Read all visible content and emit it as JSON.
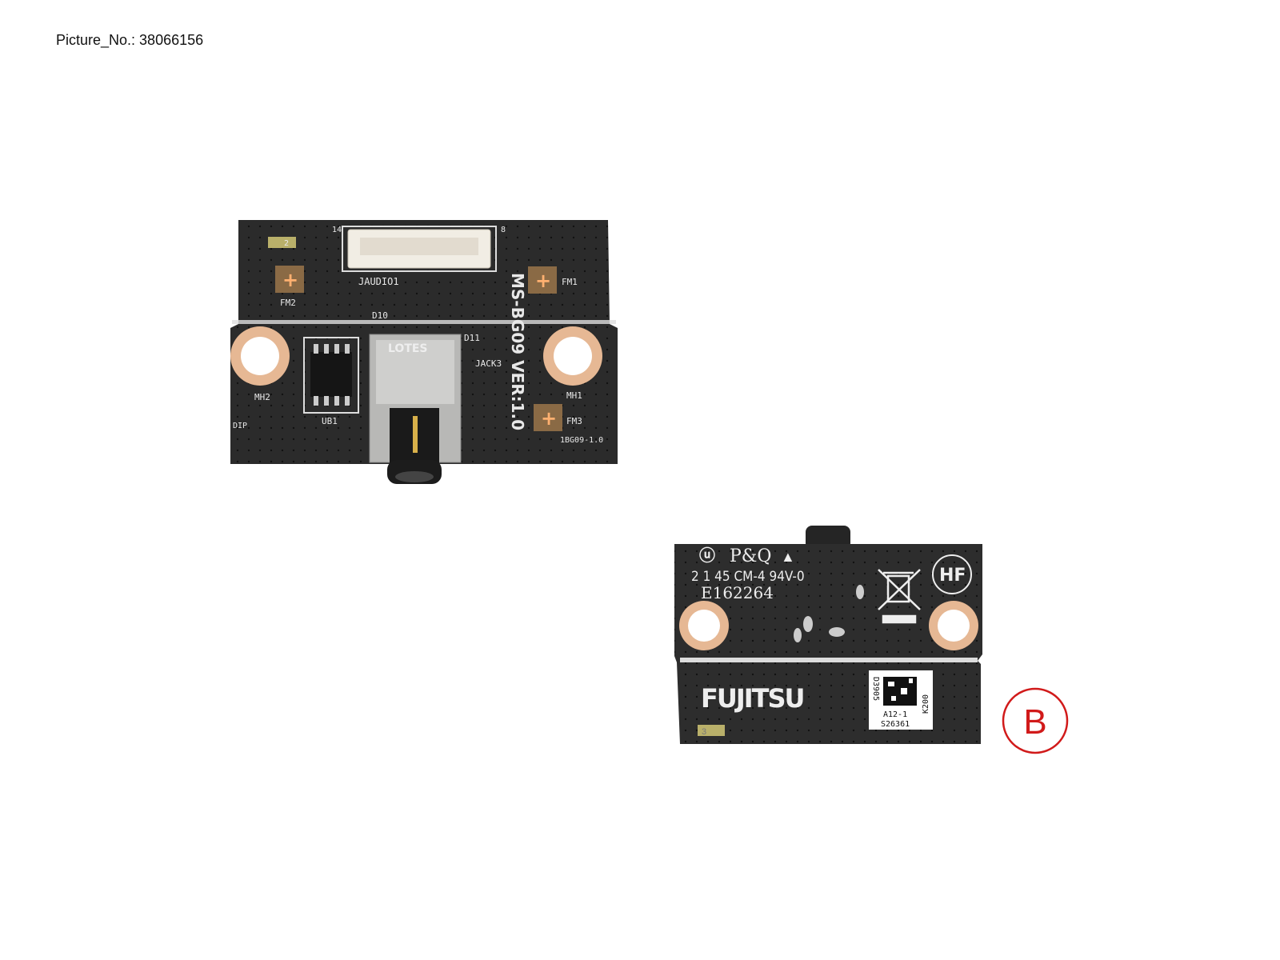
{
  "caption": "Picture_No.: 38066156",
  "front_board": {
    "model": "MS-BG09  VER:1.0",
    "connector_label": "JAUDIO1",
    "jack_label": "JACK3",
    "chip_label": "UB1",
    "jack_brand": "LOTES",
    "mount_labels": [
      "FM1",
      "FM2",
      "FM3",
      "MH1",
      "MH2"
    ],
    "diode_labels": [
      "D10",
      "D11"
    ],
    "board_code": "1BG09-1.0",
    "dip_label": "DIP",
    "pin_labels": [
      "14",
      "8"
    ],
    "corner_mark": "2"
  },
  "back_board": {
    "cert_mark": "P&Q",
    "cert_line": "2 1 45  CM-4  94V-0",
    "ul_number": "E162264",
    "hf_mark": "HF",
    "brand_logo": "FUJITSU",
    "label_lines": [
      "D3905",
      "K200",
      "A12-1",
      "S26361"
    ],
    "corner_mark": "3"
  },
  "callout": "B",
  "colors": {
    "pcb": "#2a2a2a",
    "copper": "#e6b894",
    "callout": "#d11a1a"
  }
}
